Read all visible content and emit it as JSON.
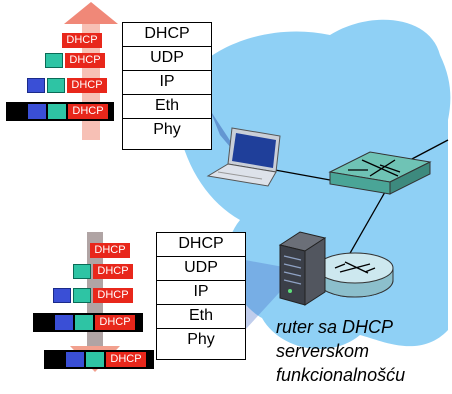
{
  "stack_top": {
    "layers": [
      "DHCP",
      "UDP",
      "IP",
      "Eth",
      "Phy"
    ]
  },
  "stack_bottom": {
    "layers": [
      "DHCP",
      "UDP",
      "IP",
      "Eth",
      "Phy"
    ]
  },
  "frames_top": [
    {
      "tag": "DHCP"
    },
    {
      "tag": "DHCP"
    },
    {
      "tag": "DHCP"
    },
    {
      "tag": "DHCP"
    }
  ],
  "frames_bottom": [
    {
      "tag": "DHCP"
    },
    {
      "tag": "DHCP"
    },
    {
      "tag": "DHCP"
    },
    {
      "tag": "DHCP"
    },
    {
      "tag": "DHCP"
    }
  ],
  "caption": {
    "line1": "ruter sa DHCP",
    "line2": "serverskom",
    "line3": "funkcionalnošću"
  },
  "colors": {
    "cloud": "#8fd0f5",
    "dhcp_tag": "#e8271b",
    "udp": "#2ec4a4",
    "ip": "#3a4fd6",
    "eth": "#000000",
    "arrow_up": "#f08878",
    "arrow_down": "#f2a08e",
    "arrow_grey": "#b0a4a4",
    "switch": "#6fc3b5",
    "router": "#9cc8d4"
  },
  "icons": [
    "laptop-icon",
    "switch-icon",
    "server-icon",
    "router-icon"
  ]
}
